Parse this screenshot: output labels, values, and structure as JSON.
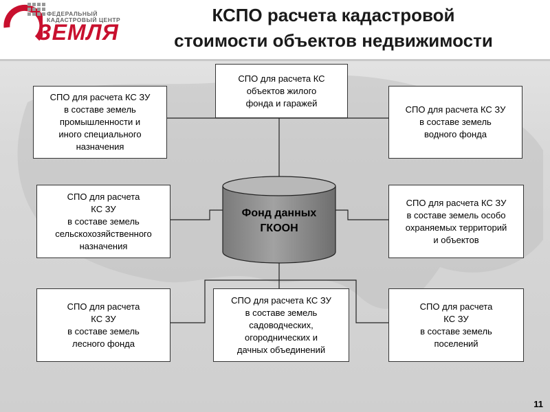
{
  "logo": {
    "line1": "ФЕДЕРАЛЬНЫЙ",
    "line2": "КАДАСТРОВЫЙ ЦЕНТР",
    "brand": "ЗЕМЛЯ"
  },
  "title": {
    "line1": "КСПО расчета кадастровой",
    "line2": "стоимости объектов недвижимости"
  },
  "database": {
    "line1": "Фонд данных",
    "line2": "ГКООН"
  },
  "boxes": {
    "industrial": [
      "СПО для расчета КС ЗУ",
      "в составе земель",
      "промышленности и",
      "иного специального",
      "назначения"
    ],
    "residential": [
      "СПО для расчета КС",
      "объектов жилого",
      "фонда и гаражей"
    ],
    "water": [
      "СПО для расчета КС ЗУ",
      "в составе земель",
      "водного фонда"
    ],
    "agricultural": [
      "СПО для расчета",
      "КС ЗУ",
      "в составе земель",
      "сельскохозяйственного",
      "назначения"
    ],
    "protected": [
      "СПО для расчета КС ЗУ",
      "в составе земель особо",
      "охраняемых территорий",
      "и объектов"
    ],
    "forest": [
      "СПО для расчета",
      "КС ЗУ",
      "в составе земель",
      "лесного фонда"
    ],
    "garden": [
      "СПО для расчета КС ЗУ",
      "в составе земель",
      "садоводческих,",
      "огороднических и",
      "дачных объединений"
    ],
    "settlements": [
      "СПО для расчета",
      "КС ЗУ",
      "в составе земель",
      "поселений"
    ]
  },
  "page_number": "11",
  "colors": {
    "logo_red": "#c8102e",
    "cylinder_gray": "#8c8c8c",
    "box_border": "#333333"
  }
}
